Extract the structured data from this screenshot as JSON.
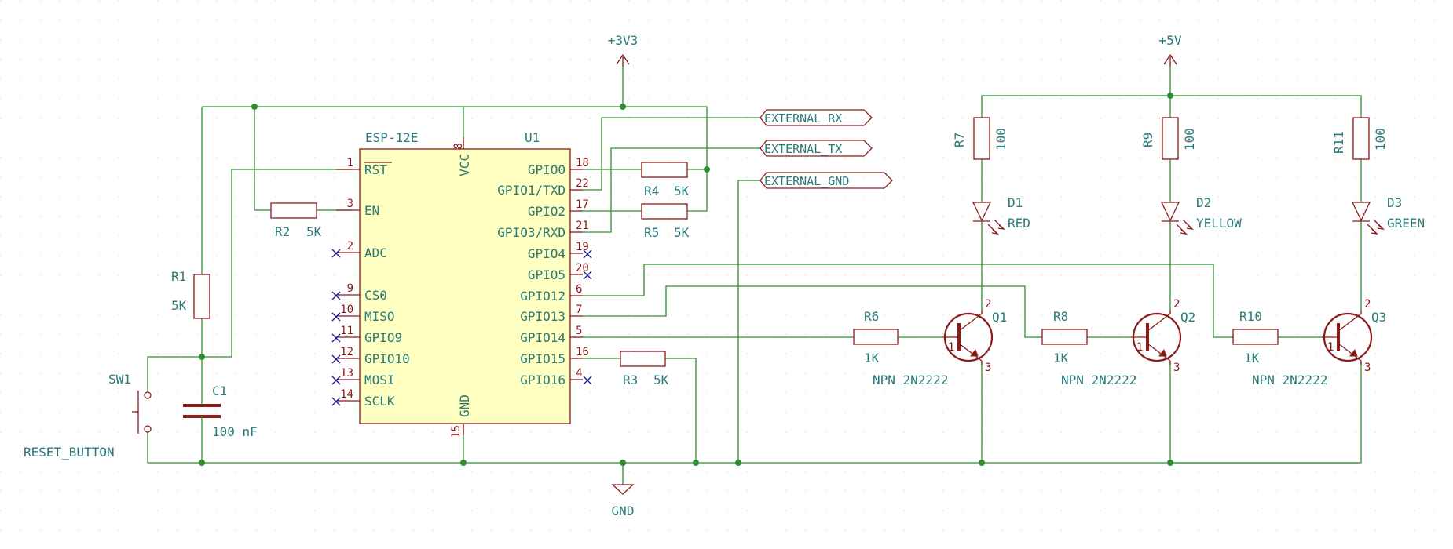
{
  "power": {
    "v33": "+3V3",
    "v5": "+5V",
    "gnd": "GND"
  },
  "u1": {
    "ref": "U1",
    "value": "ESP-12E",
    "left": [
      {
        "num": "1",
        "name": "RST"
      },
      {
        "num": "3",
        "name": "EN"
      },
      {
        "num": "2",
        "name": "ADC"
      },
      {
        "num": "9",
        "name": "CS0"
      },
      {
        "num": "10",
        "name": "MISO"
      },
      {
        "num": "11",
        "name": "GPIO9"
      },
      {
        "num": "12",
        "name": "GPIO10"
      },
      {
        "num": "13",
        "name": "MOSI"
      },
      {
        "num": "14",
        "name": "SCLK"
      }
    ],
    "right": [
      {
        "num": "18",
        "name": "GPIO0"
      },
      {
        "num": "22",
        "name": "GPIO1/TXD"
      },
      {
        "num": "17",
        "name": "GPIO2"
      },
      {
        "num": "21",
        "name": "GPIO3/RXD"
      },
      {
        "num": "19",
        "name": "GPIO4"
      },
      {
        "num": "20",
        "name": "GPIO5"
      },
      {
        "num": "6",
        "name": "GPIO12"
      },
      {
        "num": "7",
        "name": "GPIO13"
      },
      {
        "num": "5",
        "name": "GPIO14"
      },
      {
        "num": "16",
        "name": "GPIO15"
      },
      {
        "num": "4",
        "name": "GPIO16"
      }
    ],
    "vcc": {
      "num": "8",
      "name": "VCC"
    },
    "gnd": {
      "num": "15",
      "name": "GND"
    }
  },
  "labels": {
    "ext_rx": "EXTERNAL_RX",
    "ext_tx": "EXTERNAL_TX",
    "ext_gnd": "EXTERNAL_GND"
  },
  "r1": {
    "ref": "R1",
    "value": "5K"
  },
  "r2": {
    "ref": "R2",
    "value": "5K"
  },
  "r3": {
    "ref": "R3",
    "value": "5K"
  },
  "r4": {
    "ref": "R4",
    "value": "5K"
  },
  "r5": {
    "ref": "R5",
    "value": "5K"
  },
  "r6": {
    "ref": "R6",
    "value": "1K"
  },
  "r8": {
    "ref": "R8",
    "value": "1K"
  },
  "r10": {
    "ref": "R10",
    "value": "1K"
  },
  "r7": {
    "ref": "R7",
    "value": "100"
  },
  "r9": {
    "ref": "R9",
    "value": "100"
  },
  "r11": {
    "ref": "R11",
    "value": "100"
  },
  "c1": {
    "ref": "C1",
    "value": "100 nF"
  },
  "sw1": {
    "ref": "SW1",
    "value": "RESET_BUTTON"
  },
  "d1": {
    "ref": "D1",
    "value": "RED"
  },
  "d2": {
    "ref": "D2",
    "value": "YELLOW"
  },
  "d3": {
    "ref": "D3",
    "value": "GREEN"
  },
  "q1": {
    "ref": "Q1",
    "value": "NPN_2N2222"
  },
  "q2": {
    "ref": "Q2",
    "value": "NPN_2N2222"
  },
  "q3": {
    "ref": "Q3",
    "value": "NPN_2N2222"
  },
  "qpins": {
    "b": "1",
    "c": "2",
    "e": "3"
  },
  "colors": {
    "wire": "#2f8f2f",
    "component": "#8b1a1a",
    "body": "#ffffc2",
    "text": "#2a7a7a",
    "noconnect": "#1a1a9a"
  }
}
